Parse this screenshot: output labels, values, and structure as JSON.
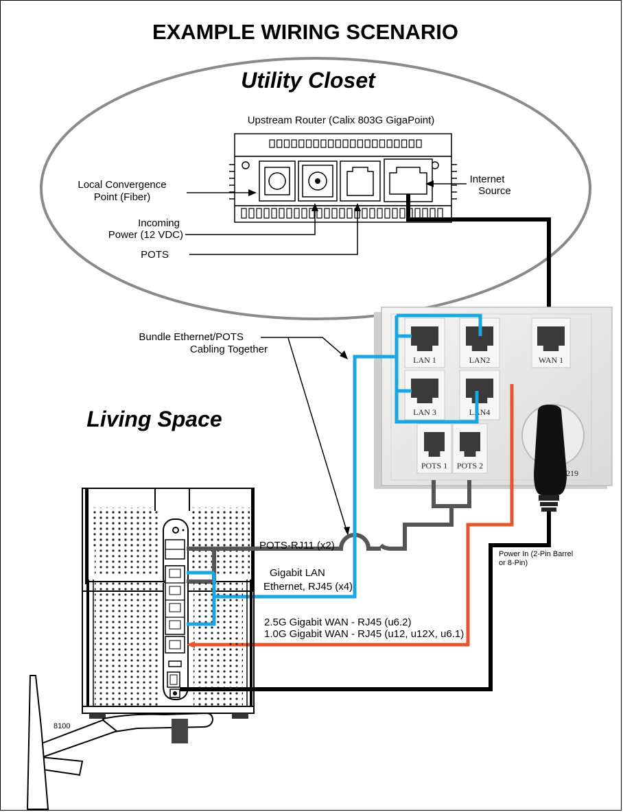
{
  "title": "EXAMPLE WIRING SCENARIO",
  "sections": {
    "utility_closet": "Utility Closet",
    "living_space": "Living Space"
  },
  "router": {
    "label": "Upstream Router (Calix 803G GigaPoint)"
  },
  "callouts": {
    "local_convergence_1": "Local Convergence",
    "local_convergence_2": "Point (Fiber)",
    "incoming_power_1": "Incoming",
    "incoming_power_2": "Power (12 VDC)",
    "pots": "POTS",
    "internet_source_1": "Internet",
    "internet_source_2": "Source",
    "bundle_1": "Bundle Ethernet/POTS",
    "bundle_2": "Cabling Together",
    "pots_rj11": "POTS-RJ11 (x2)",
    "gigabit_lan_1": "Gigabit LAN",
    "gigabit_lan_2": "Ethernet, RJ45 (x4)",
    "wan_25": "2.5G Gigabit  WAN - RJ45 (u6.2)",
    "wan_10": "1.0G Gigabit  WAN - RJ45 (u12, u12X, u6.1)",
    "power_in_1": "Power In (2-Pin Barrel",
    "power_in_2": "or 8-Pin)"
  },
  "wall_plate": {
    "ports": [
      "LAN 1",
      "LAN2",
      "WAN 1",
      "LAN 3",
      "LAN4",
      "POTS 1",
      "POTS 2"
    ],
    "partial_number": "219"
  },
  "device": {
    "model": "8100"
  },
  "colors": {
    "lan_cable": "#1aa6e0",
    "wan_cable": "#e8552a",
    "pots_cable": "#555555",
    "fiber_cable": "#000000",
    "power_cable": "#000000"
  }
}
